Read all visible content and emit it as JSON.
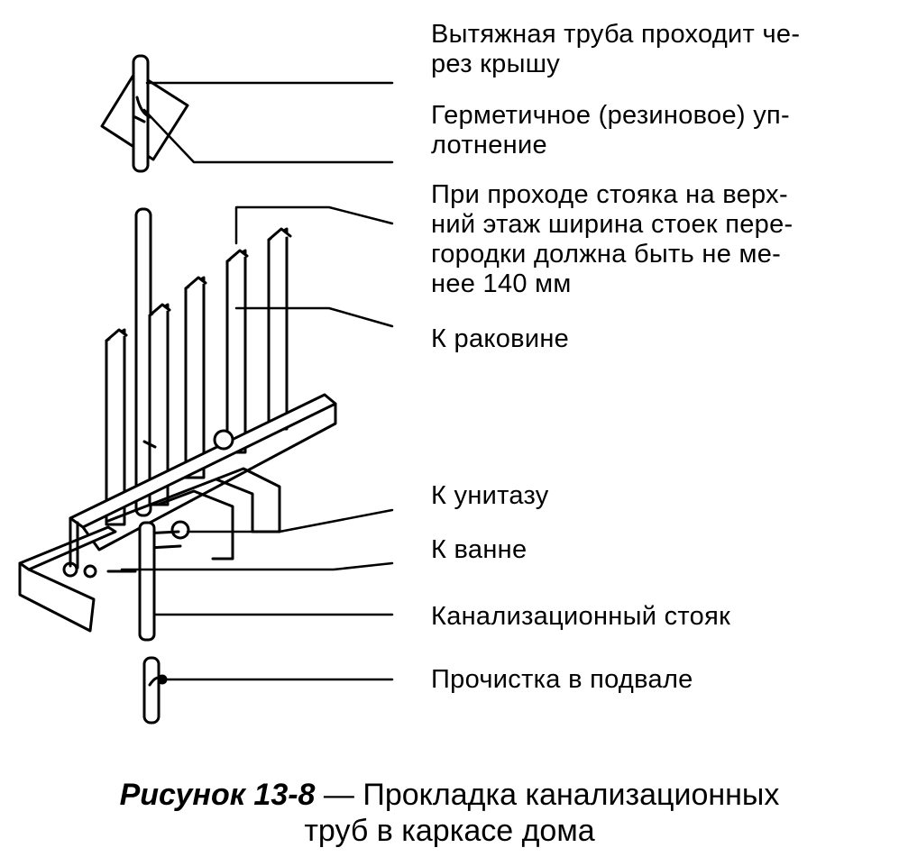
{
  "labels": {
    "vent": [
      "Вытяжная труба проходит че-",
      "рез крышу"
    ],
    "seal": [
      "Герметичное (резиновое) уп-",
      "лотнение"
    ],
    "studs": [
      "При проходе стояка на верх-",
      "ний этаж ширина стоек пере-",
      "городки должна быть не ме-",
      "нее 140 мм"
    ],
    "sink": [
      "К раковине"
    ],
    "toilet": [
      "К унитазу"
    ],
    "bath": [
      "К ванне"
    ],
    "stack": [
      "Канализационный стояк"
    ],
    "cleanout": [
      "Прочистка в подвале"
    ]
  },
  "caption": {
    "number": "Рисунок 13-8",
    "dash": " — ",
    "line1": "Прокладка канализационных",
    "line2": "труб в каркасе дома"
  }
}
